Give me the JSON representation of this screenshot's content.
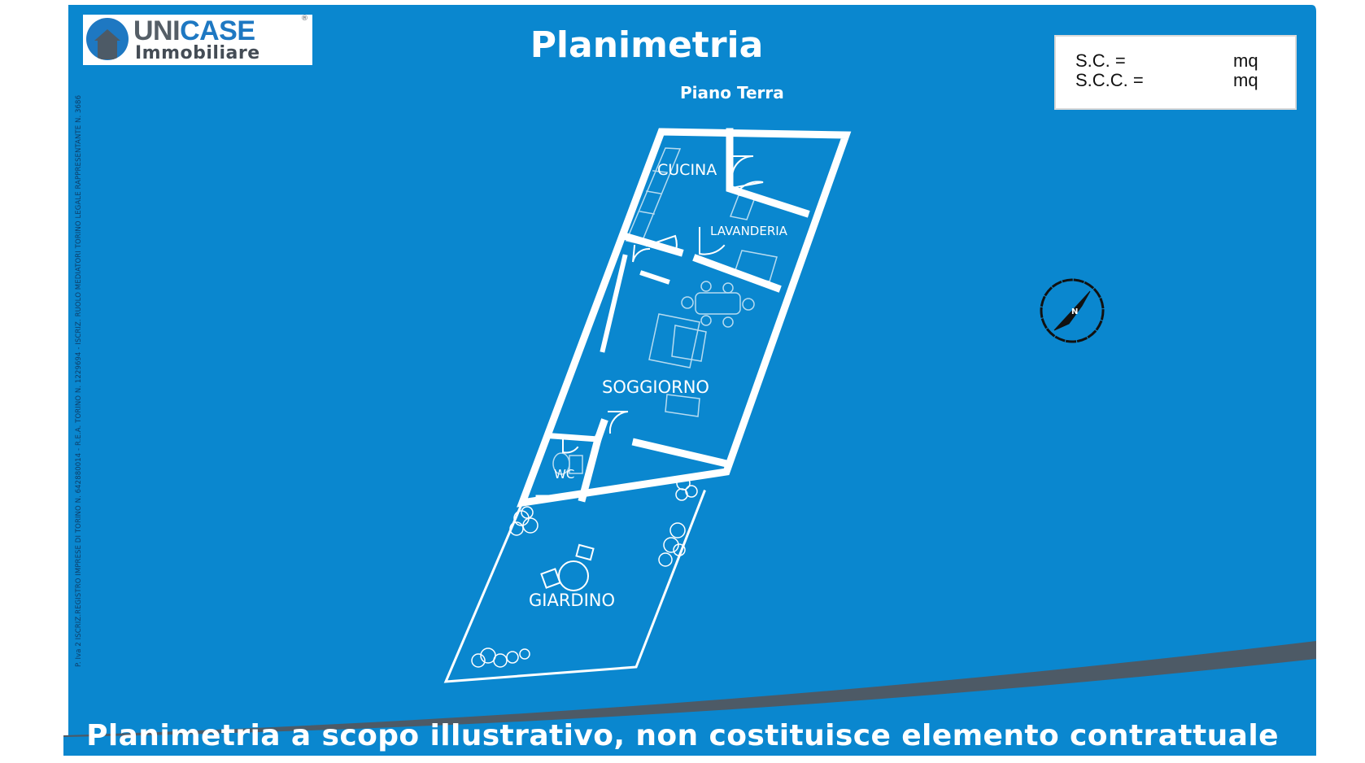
{
  "header": {
    "logo": {
      "name_part1": "UNI",
      "name_part2": "CASE",
      "registered": "®",
      "subtitle": "Immobiliare"
    },
    "title": "Planimetria",
    "floor": "Piano Terra"
  },
  "surface_box": {
    "rows": [
      {
        "label": "S.C. =",
        "unit": "mq"
      },
      {
        "label": "S.C.C. =",
        "unit": "mq"
      }
    ]
  },
  "side_legal_text": "P. Iva 2 ISCRIZ.REGISTRO IMPRESE DI TORINO N. 642880014 - R.E.A. TORINO N. 1229694 - ISCRIZ. RUOLO MEDIATORI TORINO LEGALE RAPPRESENTANTE N. 3686",
  "rooms": {
    "cucina": "CUCINA",
    "lavanderia": "LAVANDERIA",
    "soggiorno": "SOGGIORNO",
    "wc": "WC",
    "giardino": "GIARDINO"
  },
  "compass": {
    "letter": "N"
  },
  "footer": {
    "disclaimer": "Planimetria a scopo illustrativo, non costituisce elemento contrattuale"
  },
  "colors": {
    "background": "#0a87cf",
    "wave": "#4d5a66",
    "walls": "#ffffff",
    "logo_blue": "#1e78c2"
  }
}
